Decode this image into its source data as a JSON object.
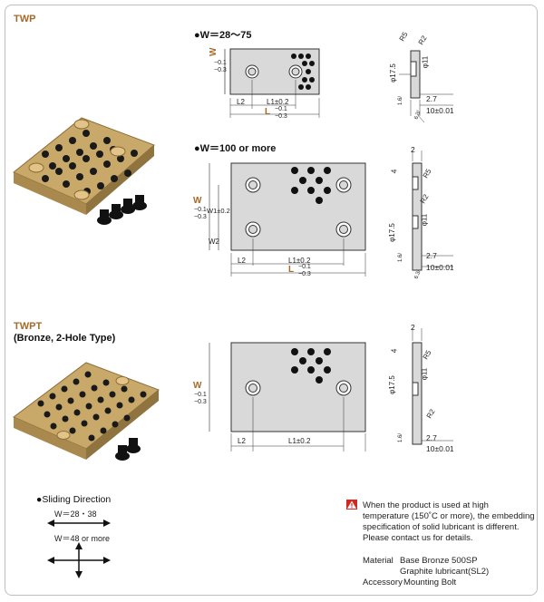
{
  "sections": {
    "twp": {
      "title": "TWP"
    },
    "twpt": {
      "title": "TWPT",
      "subtitle": "(Bronze, 2-Hole Type)"
    }
  },
  "variants": {
    "w28_75": "●W＝28～75",
    "w100": "●W＝100 or more"
  },
  "dims": {
    "W": "W",
    "W_tol_hi": "−0.1",
    "W_tol_lo": "−0.3",
    "L": "L",
    "L_tol_hi": "−0.1",
    "L_tol_lo": "−0.3",
    "L1": "L1±0.2",
    "L2": "L2",
    "W1": "W1±0.2",
    "W2": "W2",
    "R5": "R5",
    "R2": "R2",
    "d11": "φ11",
    "d17_5": "φ17.5",
    "t27": "2.7",
    "t10": "10±0.01",
    "r16": "1.6/",
    "r63": "6.3/",
    "two": "2",
    "four": "4"
  },
  "notice": {
    "icon": "warning-icon",
    "text": "When the product is used at high temperature (150˚C or more), the embedding specification of solid lubricant is different. Please contact us for details."
  },
  "material": {
    "label": "Material",
    "base": "Base  Bronze 500SP",
    "graphite": "Graphite lubricant(SL2)",
    "accessory_label": "Accessory",
    "accessory": "Mounting Bolt"
  },
  "sliding": {
    "title": "●Sliding Direction",
    "w28_38": "W＝28・38",
    "w48": "W＝48 or more"
  },
  "colors": {
    "accent": "#a56a2a",
    "plate": "#d9d9d9",
    "bronze": "#c9a96a",
    "graphite": "#1a1a1a",
    "warning": "#d7261e"
  }
}
